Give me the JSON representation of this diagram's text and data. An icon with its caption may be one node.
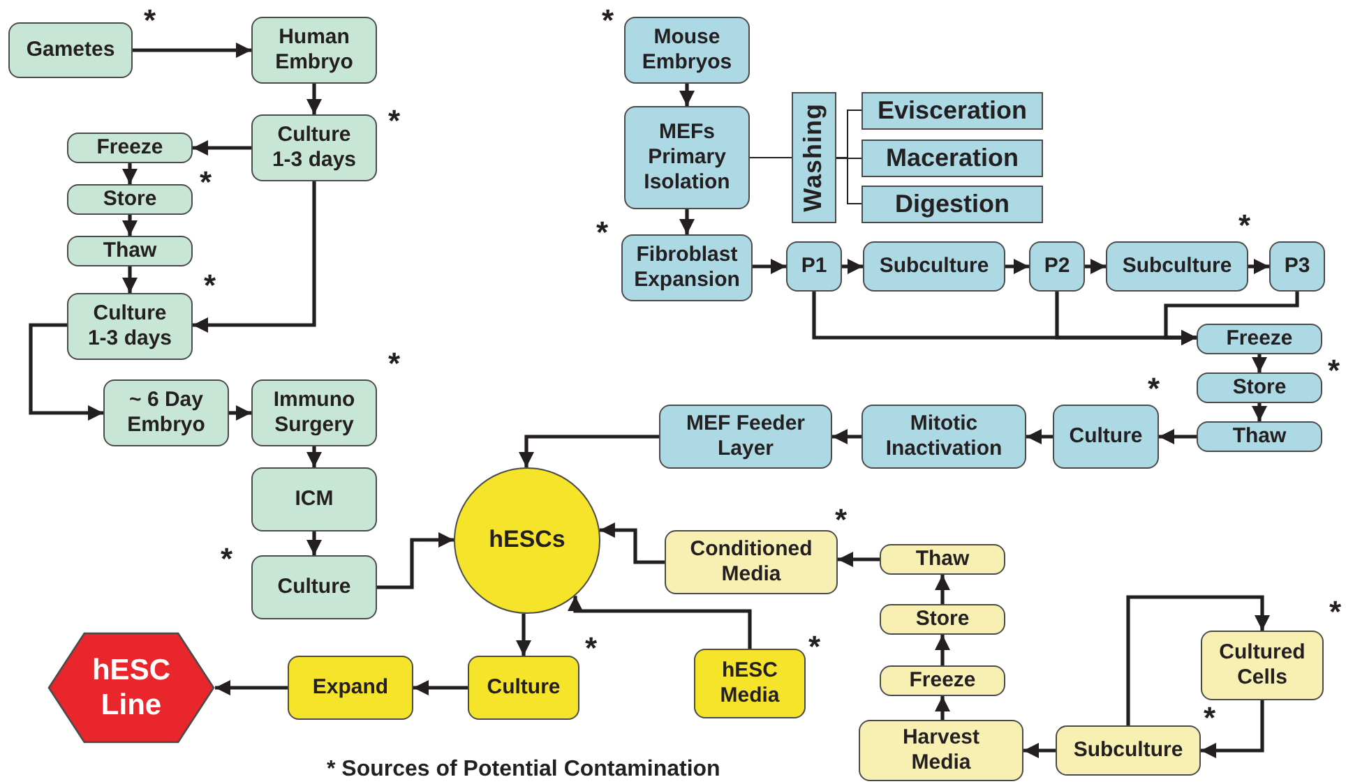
{
  "diagram": {
    "nodes": [
      {
        "text": [
          "Gametes"
        ],
        "beside": [
          "*"
        ]
      },
      {
        "text": [
          "Human Embryo"
        ]
      },
      {
        "text": [
          "Culture 1-3 days"
        ],
        "beside": [
          "*"
        ]
      },
      {
        "text": [
          "Freeze"
        ]
      },
      {
        "text": [
          "Store"
        ],
        "beside": [
          "*"
        ]
      },
      {
        "text": [
          "Thaw"
        ]
      },
      {
        "text": [
          "Culture 1-3 days"
        ],
        "beside": [
          "*"
        ]
      },
      {
        "text": [
          "~ 6 Day Embryo"
        ]
      },
      {
        "text": [
          "Immuno Surgery"
        ],
        "beside": [
          "*"
        ]
      },
      {
        "text": [
          "ICM"
        ]
      },
      {
        "text": [
          "Culture"
        ],
        "beside": [
          "*"
        ]
      },
      {
        "text": [
          "hESCs"
        ]
      },
      {
        "text": [
          "hESC Line"
        ]
      },
      {
        "text": [
          "Expand"
        ]
      },
      {
        "text": [
          "Culture"
        ],
        "beside": [
          "*"
        ]
      },
      {
        "text": [
          "hESC Media"
        ],
        "beside": [
          "*"
        ]
      },
      {
        "text": [
          "Conditioned Media"
        ],
        "beside": [
          "*"
        ]
      },
      {
        "text": [
          "Thaw"
        ]
      },
      {
        "text": [
          "Store"
        ]
      },
      {
        "text": [
          "Freeze"
        ]
      },
      {
        "text": [
          "Harvest Media"
        ]
      },
      {
        "text": [
          "Subculture"
        ],
        "beside": [
          "*"
        ]
      },
      {
        "text": [
          "Cultured Cells"
        ],
        "beside": [
          "*"
        ]
      },
      {
        "text": [
          "Mouse Embryos"
        ],
        "beside": [
          "*"
        ]
      },
      {
        "text": [
          "MEFs Primary Isolation"
        ]
      },
      {
        "text": [
          "Washing"
        ]
      },
      {
        "text": [
          "Evisceration"
        ]
      },
      {
        "text": [
          "Maceration"
        ]
      },
      {
        "text": [
          "Digestion"
        ]
      },
      {
        "text": [
          "Fibroblast Expansion"
        ],
        "beside": [
          "*"
        ]
      },
      {
        "text": [
          "P1"
        ]
      },
      {
        "text": [
          "Subculture"
        ]
      },
      {
        "text": [
          "P2"
        ]
      },
      {
        "text": [
          "Subculture"
        ]
      },
      {
        "text": [
          "P3"
        ],
        "beside": [
          "*"
        ]
      },
      {
        "text": [
          "Freeze"
        ]
      },
      {
        "text": [
          "Store"
        ],
        "beside": [
          "*"
        ]
      },
      {
        "text": [
          "Thaw"
        ]
      },
      {
        "text": [
          "Culture"
        ],
        "beside": [
          "*"
        ]
      },
      {
        "text": [
          "Mitotic Inactivation"
        ]
      },
      {
        "text": [
          "MEF Feeder Layer"
        ]
      }
    ],
    "edges": [
      {
        "from": 0,
        "to": 1,
        "arrow": "to"
      },
      {
        "from": 1,
        "to": 2,
        "arrow": "to"
      },
      {
        "from": 2,
        "to": 3,
        "arrow": "to"
      },
      {
        "from": 3,
        "to": 4,
        "arrow": "to"
      },
      {
        "from": 4,
        "to": 5,
        "arrow": "to"
      },
      {
        "from": 5,
        "to": 6,
        "arrow": "to"
      },
      {
        "from": 2,
        "to": 6,
        "arrow": "to"
      },
      {
        "from": 6,
        "to": 7,
        "arrow": "to"
      },
      {
        "from": 7,
        "to": 8,
        "arrow": "to"
      },
      {
        "from": 8,
        "to": 9,
        "arrow": "to"
      },
      {
        "from": 9,
        "to": 10,
        "arrow": "to"
      },
      {
        "from": 10,
        "to": 11,
        "arrow": "to"
      },
      {
        "from": 11,
        "to": 14,
        "arrow": "to"
      },
      {
        "from": 14,
        "to": 13,
        "arrow": "to"
      },
      {
        "from": 13,
        "to": 12,
        "arrow": "to"
      },
      {
        "from": 15,
        "to": 11,
        "arrow": "to"
      },
      {
        "from": 16,
        "to": 11,
        "arrow": "to"
      },
      {
        "from": 17,
        "to": 16,
        "arrow": "to"
      },
      {
        "from": 18,
        "to": 17,
        "arrow": "to"
      },
      {
        "from": 19,
        "to": 18,
        "arrow": "to"
      },
      {
        "from": 20,
        "to": 19,
        "arrow": "to"
      },
      {
        "from": 21,
        "to": 20,
        "arrow": "to"
      },
      {
        "from": 21,
        "to": 22,
        "arrow": "to"
      },
      {
        "from": 22,
        "to": 21,
        "arrow": "to"
      },
      {
        "from": 23,
        "to": 24,
        "arrow": "to"
      },
      {
        "from": 24,
        "to": 29,
        "arrow": "to"
      },
      {
        "from": 24,
        "to": 25,
        "arrow": "none"
      },
      {
        "from": 25,
        "to": 26,
        "arrow": "none"
      },
      {
        "from": 25,
        "to": 27,
        "arrow": "none"
      },
      {
        "from": 25,
        "to": 28,
        "arrow": "none"
      },
      {
        "from": 29,
        "to": 30,
        "arrow": "to"
      },
      {
        "from": 30,
        "to": 31,
        "arrow": "to"
      },
      {
        "from": 31,
        "to": 32,
        "arrow": "to"
      },
      {
        "from": 32,
        "to": 33,
        "arrow": "to"
      },
      {
        "from": 33,
        "to": 34,
        "arrow": "to"
      },
      {
        "from": 30,
        "to": 35,
        "arrow": "to"
      },
      {
        "from": 32,
        "to": 35,
        "arrow": "to"
      },
      {
        "from": 34,
        "to": 35,
        "arrow": "to"
      },
      {
        "from": 35,
        "to": 36,
        "arrow": "to"
      },
      {
        "from": 36,
        "to": 37,
        "arrow": "to"
      },
      {
        "from": 37,
        "to": 38,
        "arrow": "to"
      },
      {
        "from": 38,
        "to": 39,
        "arrow": "to"
      },
      {
        "from": 39,
        "to": 40,
        "arrow": "to"
      },
      {
        "from": 40,
        "to": 11,
        "arrow": "to"
      }
    ],
    "legend": [
      {
        "text": "* Sources of Potential Contamination"
      }
    ]
  }
}
